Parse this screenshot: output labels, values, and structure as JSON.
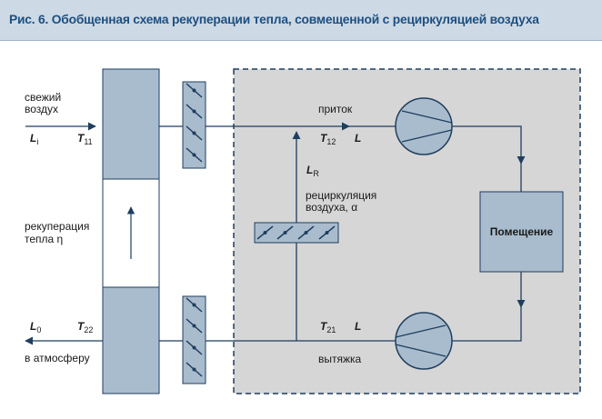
{
  "title": "Рис. 6. Обобщенная схема рекуперации тепла, совмещенной с рециркуляцией воздуха",
  "labels": {
    "fresh_air_line1": "свежий",
    "fresh_air_line2": "воздух",
    "recuperation_line1": "рекуперация",
    "recuperation_line2": "тепла η",
    "to_atmosphere": "в атмосферу",
    "supply": "приток",
    "recirculation_line1": "рециркуляция",
    "recirculation_line2": "воздуха, α",
    "exhaust": "вытяжка",
    "room": "Помещение"
  },
  "symbols": {
    "L_i": {
      "base": "L",
      "sub": "i"
    },
    "T_11": {
      "base": "T",
      "sub": "11"
    },
    "L_0": {
      "base": "L",
      "sub": "0"
    },
    "T_22": {
      "base": "T",
      "sub": "22"
    },
    "T_12": {
      "base": "T",
      "sub": "12"
    },
    "L_supply": {
      "base": "L",
      "sub": ""
    },
    "L_R": {
      "base": "L",
      "sub": "R"
    },
    "T_21": {
      "base": "T",
      "sub": "21"
    },
    "L_exhaust": {
      "base": "L",
      "sub": ""
    }
  },
  "colors": {
    "title_bg": "#cdd9e5",
    "title_text": "#1d4f80",
    "block_fill": "#a9bccd",
    "zone_fill": "#d6d6d6",
    "line": "#1f3e5e"
  }
}
